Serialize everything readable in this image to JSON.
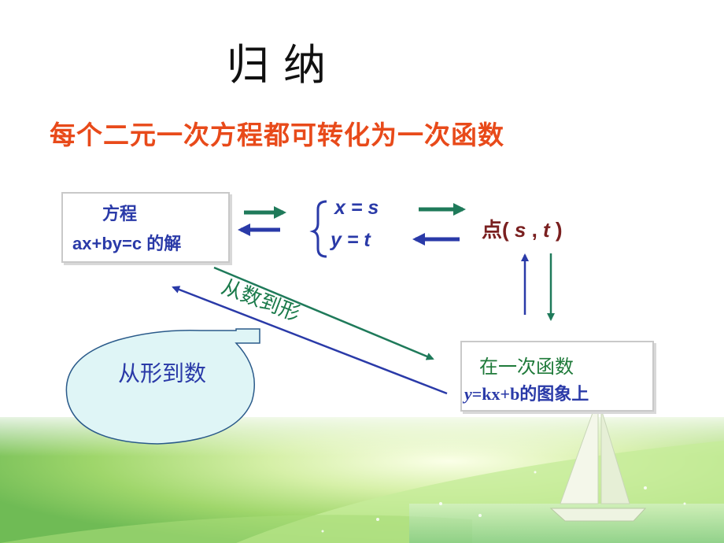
{
  "title": "归纳",
  "subtitle": "每个二元一次方程都可转化为一次函数",
  "equation_box": {
    "line1": "方程",
    "line2": "ax+by=c 的解"
  },
  "system": {
    "x_line": "x = s",
    "y_line": "y = t"
  },
  "point": {
    "prefix": "点(",
    "s": " s",
    "comma": " ,",
    "t": " t",
    "suffix": " )"
  },
  "function_box": {
    "line1": "在一次函数",
    "line2_var": "y",
    "line2_rest": "=kx+b的图象上"
  },
  "arrow_labels": {
    "number_to_shape": "从数到形",
    "shape_to_number": "从形到数"
  },
  "colors": {
    "title": "#111111",
    "subtitle": "#e84a1a",
    "blue": "#2a3aa8",
    "green": "#1f7a5a",
    "point": "#7a2020"
  }
}
